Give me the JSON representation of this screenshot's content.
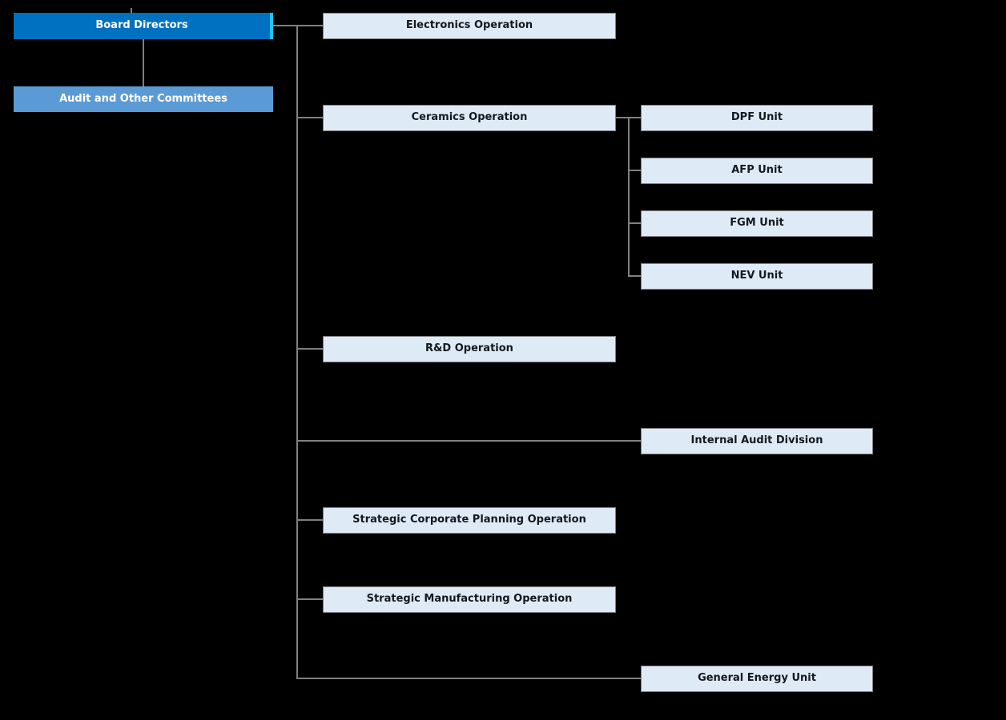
{
  "colors": {
    "background": "#000000",
    "connector": "#808080",
    "root_fill": "#0070C0",
    "root_accent": "#21C3F1",
    "committee_fill": "#5B9BD5",
    "node_fill": "#DEEBF7",
    "node_border": "#7F7F7F",
    "node_text": "#14181F",
    "root_text": "#FFFFFF"
  },
  "nodes": {
    "board_directors": {
      "label": "Board Directors"
    },
    "audit_committees": {
      "label": "Audit and Other Committees"
    },
    "electronics": {
      "label": "Electronics Operation"
    },
    "ceramics": {
      "label": "Ceramics Operation"
    },
    "dpf": {
      "label": "DPF Unit"
    },
    "afp": {
      "label": "AFP Unit"
    },
    "fgm": {
      "label": "FGM Unit"
    },
    "nev": {
      "label": "NEV Unit"
    },
    "rnd": {
      "label": "R&D Operation"
    },
    "internal_audit": {
      "label": "Internal Audit Division"
    },
    "strategic_corporate_planning": {
      "label": "Strategic Corporate Planning Operation"
    },
    "strategic_manufacturing": {
      "label": "Strategic Manufacturing Operation"
    },
    "general_energy": {
      "label": "General Energy Unit"
    }
  },
  "hierarchy": {
    "root": "Board Directors",
    "committees_of_root": [
      "Audit and Other Committees"
    ],
    "children_of_root": [
      {
        "label": "Electronics Operation",
        "children": []
      },
      {
        "label": "Ceramics Operation",
        "children": [
          "DPF Unit",
          "AFP Unit",
          "FGM Unit",
          "NEV Unit"
        ]
      },
      {
        "label": "R&D Operation",
        "children": []
      },
      {
        "label": "Internal Audit Division",
        "children": []
      },
      {
        "label": "Strategic Corporate Planning Operation",
        "children": []
      },
      {
        "label": "Strategic Manufacturing Operation",
        "children": []
      },
      {
        "label": "General Energy Unit",
        "children": []
      }
    ]
  }
}
